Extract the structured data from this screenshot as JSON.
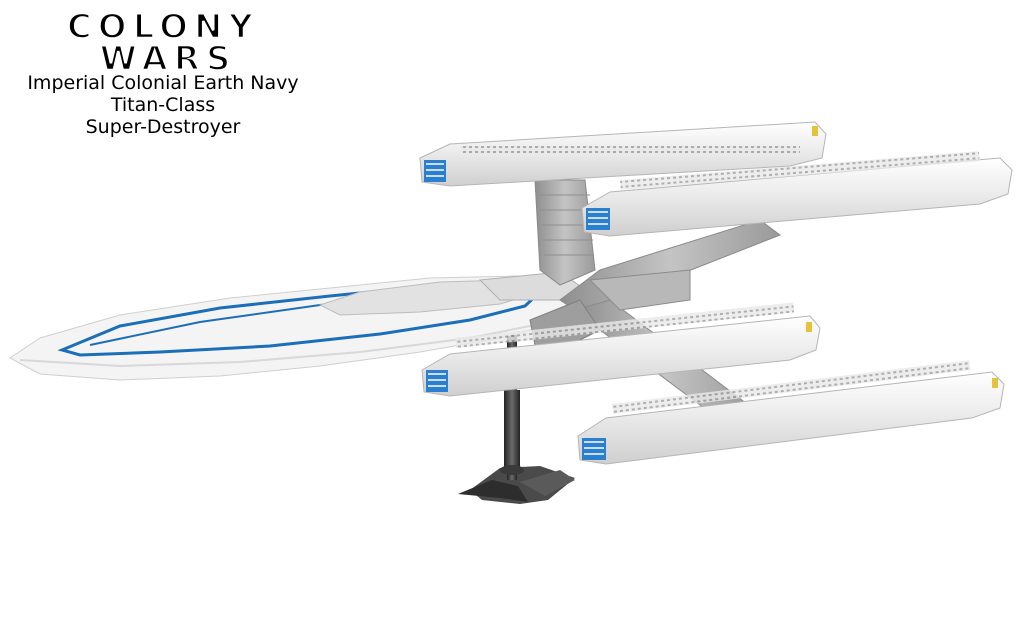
{
  "logo": {
    "line1": "COLONY",
    "line2": "WARS"
  },
  "caption": {
    "line1": "Imperial Colonial Earth Navy",
    "line2": "Titan-Class",
    "line3": "Super-Destroyer"
  },
  "colors": {
    "hull": "#f2f2f2",
    "hull_shade": "#d4d4d4",
    "accent": "#1a6fb8",
    "engine_glow": "#2a7fd0",
    "strut": "#a8a8a8",
    "stand": "#3a3a3a"
  }
}
